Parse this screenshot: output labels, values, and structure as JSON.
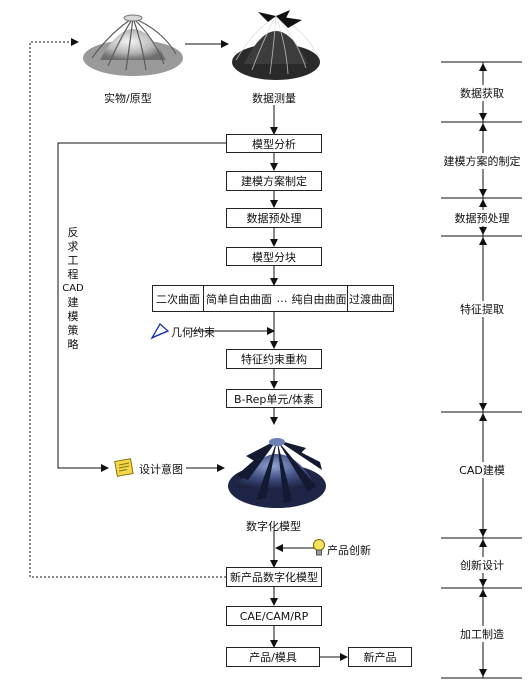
{
  "top": {
    "physical_label": "实物/原型",
    "measure_label": "数据测量"
  },
  "flow": {
    "model_analysis": "模型分析",
    "modeling_plan": "建模方案制定",
    "preprocess": "数据预处理",
    "segmentation": "模型分块",
    "surface_types": [
      "二次曲面",
      "简单自由曲面",
      "…",
      "纯自由曲面",
      "过渡曲面"
    ],
    "geometric_constraint": "几何约束",
    "feature_reconstruct": "特征约束重构",
    "brep": "B-Rep单元/体素",
    "design_intent": "设计意图",
    "digital_model": "数字化模型",
    "product_innovation": "产品创新",
    "new_digital_model": "新产品数字化模型",
    "cae": "CAE/CAM/RP",
    "product_mold": "产品/模具",
    "new_product": "新产品"
  },
  "strategy_chars": [
    "反",
    "求",
    "工",
    "程",
    "CAD",
    "建",
    "模",
    "策",
    "略"
  ],
  "stages": [
    "数据获取",
    "建模方案的制定",
    "数据预处理",
    "特征提取",
    "CAD建模",
    "创新设计",
    "加工制造"
  ],
  "colors": {
    "impeller_dark": "#2f3a63",
    "impeller_light": "#8fa3d0",
    "note": "#f2d64a"
  }
}
